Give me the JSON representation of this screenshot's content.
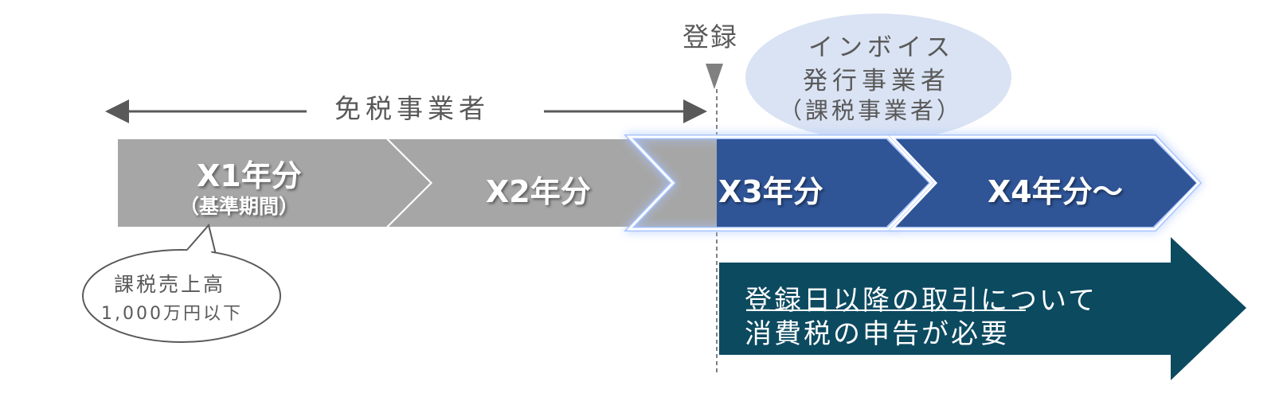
{
  "register_label": "登録",
  "tax_exempt_label": "免税事業者",
  "invoice_bubble": {
    "line1": "インボイス",
    "line2": "発行事業者",
    "line3": "（課税事業者）"
  },
  "periods": [
    {
      "label": "X1年分",
      "sub": "（基準期間）"
    },
    {
      "label": "X2年分"
    },
    {
      "label": "X3年分"
    },
    {
      "label": "X4年分～"
    }
  ],
  "speech_bubble": {
    "line1": "課税売上高",
    "line2": "1,000万円以下"
  },
  "big_arrow": {
    "line1_underlined": "登録日以降の取引",
    "line1_rest": "について",
    "line2": "消費税の申告が必要"
  },
  "colors": {
    "gray": "#a6a6a6",
    "text_gray": "#595959",
    "blue": "#2f5597",
    "teal": "#0c4a60",
    "bubble": "#dae3f3"
  }
}
